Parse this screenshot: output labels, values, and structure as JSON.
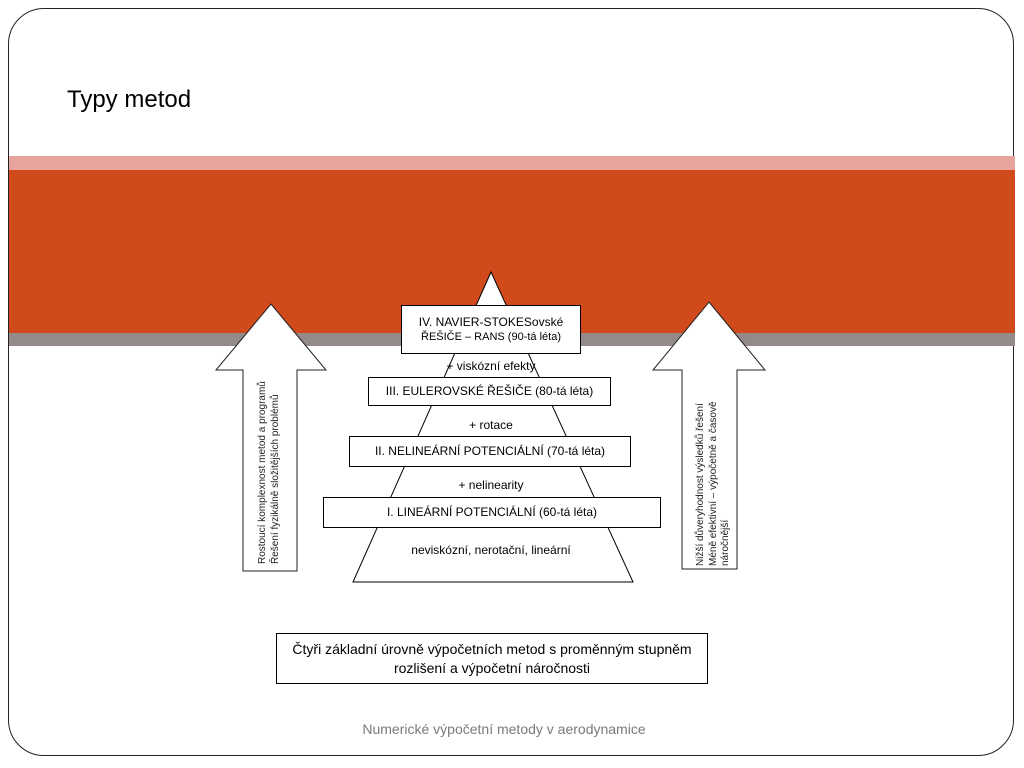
{
  "slide": {
    "title": "Typy metod",
    "footer": "Numerické výpočetní metody v aerodynamice"
  },
  "colors": {
    "band_light": "#e8a49c",
    "band_main": "#d14a1b",
    "band_gray": "#948a8a"
  },
  "pyramid": {
    "levels": [
      {
        "line1": "IV. NAVIER-STOKESovské",
        "line2": "ŘEŠIČE – RANS (90-tá léta)"
      },
      {
        "text": "III. EULEROVSKÉ ŘEŠIČE (80-tá léta)"
      },
      {
        "text": "II. NELINEÁRNÍ POTENCIÁLNÍ (70-tá léta)"
      },
      {
        "text": "I. LINEÁRNÍ POTENCIÁLNÍ (60-tá léta)"
      }
    ],
    "connectors": [
      "+ viskózní efekty",
      "+ rotace",
      "+ nelinearity"
    ],
    "base_label": "neviskózní, nerotační, lineární"
  },
  "left_arrow": {
    "line1": "Rostoucí komplexnost metod a programů",
    "line2": "Řešení fyzikálně složitějších problémů"
  },
  "right_arrow": {
    "line1": "Nižší důveryhodnost výsledků řešení",
    "line2": "Méně efektivní – výpočetně a časově",
    "line3": "náročnější"
  },
  "caption": {
    "line1": "Čtyři základní úrovně výpočetních metod s proměnným stupněm",
    "line2": "rozlišení a výpočetní náročnosti"
  }
}
